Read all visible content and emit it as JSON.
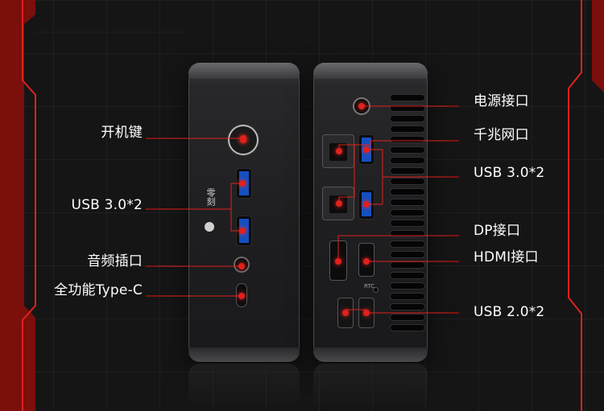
{
  "labels": {
    "front": {
      "power_button": "开机键",
      "usb3": "USB 3.0*2",
      "audio": "音频插口",
      "typec": "全功能Type-C"
    },
    "rear": {
      "power_port": "电源接口",
      "lan": "千兆网口",
      "usb3": "USB 3.0*2",
      "dp": "DP接口",
      "hdmi": "HDMI接口",
      "usb2": "USB 2.0*2"
    }
  },
  "brand_mark": "零刻",
  "colors": {
    "background": "#151515",
    "accent_red": "#e0211c",
    "usb3_blue": "#1550c0"
  }
}
